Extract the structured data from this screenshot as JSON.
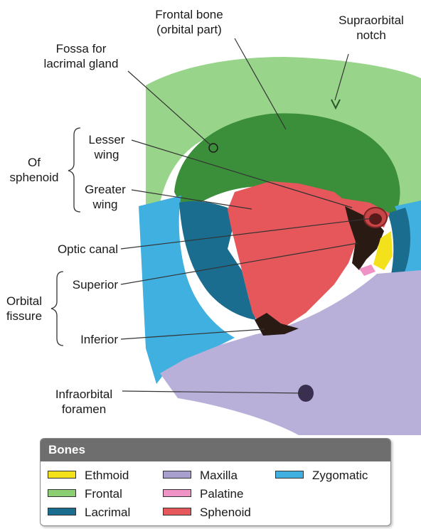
{
  "labels": {
    "frontal_bone": [
      "Frontal bone",
      "(orbital part)"
    ],
    "supraorbital_notch": [
      "Supraorbital",
      "notch"
    ],
    "fossa_lacrimal": [
      "Fossa for",
      "lacrimal gland"
    ],
    "lesser_wing": [
      "Lesser",
      "wing"
    ],
    "greater_wing": [
      "Greater",
      "wing"
    ],
    "of_sphenoid": [
      "Of",
      "sphenoid"
    ],
    "optic_canal": "Optic canal",
    "superior": "Superior",
    "inferior": "Inferior",
    "orbital_fissure": [
      "Orbital",
      "fissure"
    ],
    "infraorbital_foramen": [
      "Infraorbital",
      "foramen"
    ]
  },
  "legend": {
    "title": "Bones",
    "items": [
      {
        "label": "Ethmoid",
        "color": "#f3e21b"
      },
      {
        "label": "Frontal",
        "color": "#8ccf73"
      },
      {
        "label": "Lacrimal",
        "color": "#1a6d8e"
      },
      {
        "label": "Maxilla",
        "color": "#a99fcf"
      },
      {
        "label": "Palatine",
        "color": "#ef92c6"
      },
      {
        "label": "Sphenoid",
        "color": "#e5575a"
      },
      {
        "label": "Zygomatic",
        "color": "#3fb0df"
      }
    ]
  },
  "colors": {
    "frontal_light": "#98d58a",
    "frontal_dark": "#3c8f3a",
    "sphenoid": "#e5575a",
    "zygomatic": "#3fb0df",
    "lacrimal": "#1a6d8e",
    "maxilla": "#b9b0d9",
    "ethmoid": "#f3e21b",
    "palatine": "#ef92c6",
    "fissure": "#2a1a14"
  }
}
